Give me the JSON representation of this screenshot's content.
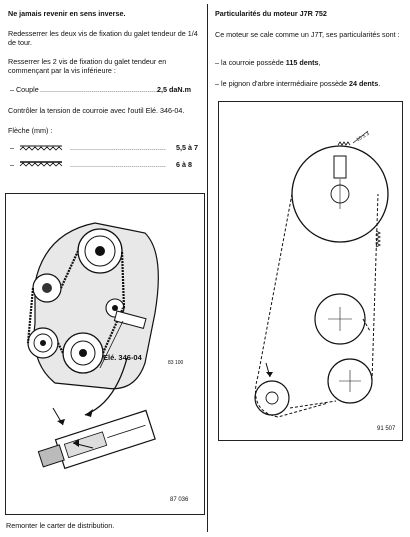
{
  "left": {
    "title": "Ne jamais revenir en sens inverse.",
    "para1": "Redesserrer les deux vis de fixation du galet tendeur de 1/4 de tour.",
    "para2": "Resserrer les 2 vis de fixation du galet tendeur en commençant par la vis inférieure :",
    "couple_label": "– Couple",
    "couple_value": "2,5 daN.m",
    "control": "Contrôler la tension de courroie avec l'outil Elé. 346-04.",
    "fleche_label": "Flèche (mm) :",
    "fleche_val1": "5,5 à 7",
    "fleche_val2": "6 à 8",
    "fig_label": "Elé. 346-04",
    "fig_small": "83 100",
    "fig_number": "87 036",
    "footer": "Remonter le carter de distribution."
  },
  "right": {
    "title": "Particularités du moteur J7R 752",
    "intro": "Ce moteur se cale comme un J7T, ses particularités sont :",
    "item1_pre": "– la courroie possède ",
    "item1_bold": "115 dents",
    "item1_post": ",",
    "item2_pre": "– le pignon d'arbre intermédiaire possède ",
    "item2_bold": "24 dents",
    "item2_post": ".",
    "fig_note": "10 ± 3",
    "fig_number": "91 507"
  }
}
